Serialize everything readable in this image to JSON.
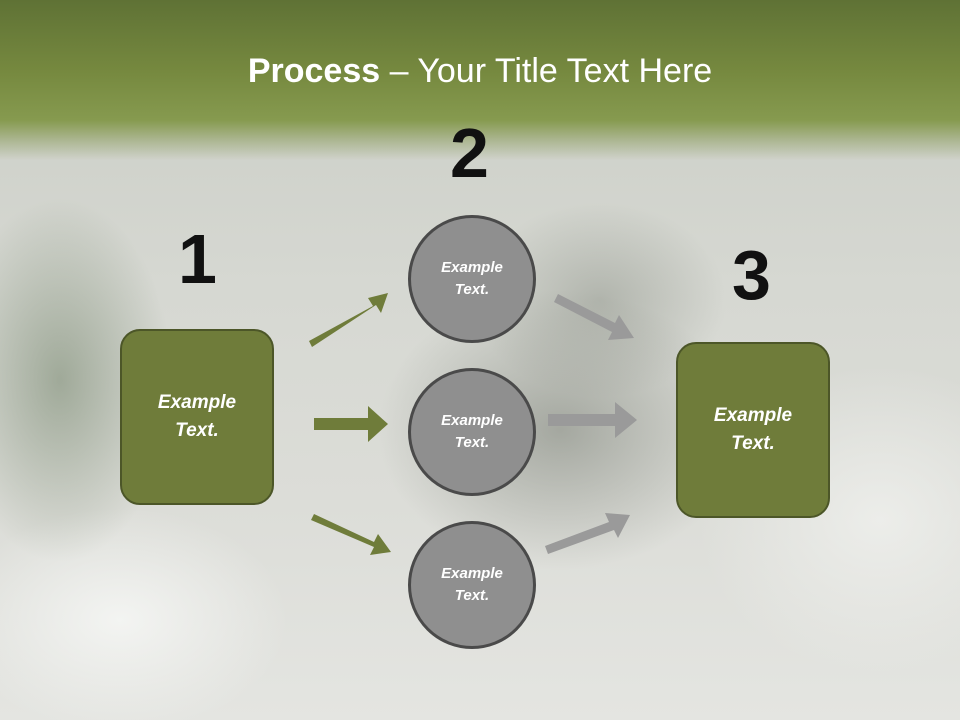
{
  "title": {
    "bold": "Process",
    "rest": " – Your Title Text Here"
  },
  "steps": [
    {
      "number": "1",
      "text": "Example Text."
    },
    {
      "number": "2",
      "texts": [
        "Example Text.",
        "Example Text.",
        "Example Text."
      ]
    },
    {
      "number": "3",
      "text": "Example Text."
    }
  ],
  "colors": {
    "header": "#76893f",
    "box": "#6f7c3a",
    "circle": "#8f8f8f",
    "arrow_green": "#6f7c3a",
    "arrow_gray": "#999999"
  }
}
